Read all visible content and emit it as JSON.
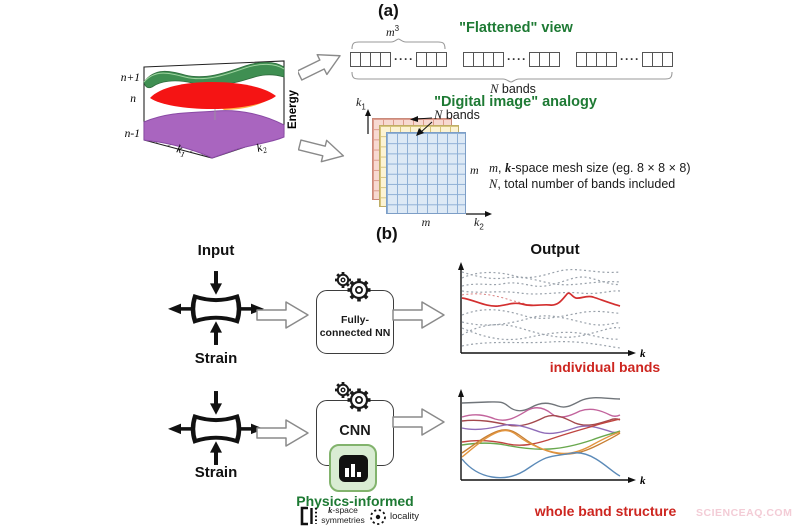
{
  "figure": {
    "panel_a_label": "(a)",
    "panel_b_label": "(b)"
  },
  "band3d": {
    "tick_top": "n+1",
    "tick_mid": "n",
    "tick_bottom": "n-1",
    "energy_label": "Energy",
    "k1_base": "k",
    "k1_sub": "1",
    "k2_base": "k",
    "k2_sub": "2",
    "surface_colors": {
      "upper_band": "#3f8f52",
      "middle_band": "#f51414",
      "lower_band": "#a965bf"
    }
  },
  "flattened": {
    "title": "\"Flattened\" view",
    "m_cubed_base": "m",
    "m_cubed_exp": "3",
    "dots": "····",
    "n_bands_var": "N",
    "n_bands_rest": " bands"
  },
  "digital": {
    "title": "\"Digital image\" analogy",
    "k1_base": "k",
    "k1_sub": "1",
    "k2_base": "k",
    "k2_sub": "2",
    "n_bands_var": "N",
    "n_bands_rest": " bands",
    "m_bottom": "m",
    "m_right": "m",
    "note1_var": "m",
    "note1_sep": ", ",
    "note1_var2": "k",
    "note1_rest": "-space mesh size (eg. 8 × 8 × 8)",
    "note2_var": "N",
    "note2_rest": ", total number of bands included",
    "layer_colors": {
      "back": "#f7d9d1",
      "middle": "#fcf3d3",
      "front": "#dde9f5"
    }
  },
  "pipeline": {
    "input_header": "Input",
    "output_header": "Output",
    "strain_label": "Strain",
    "fcnn_line1": "Fully-",
    "fcnn_line2": "connected NN",
    "cnn_label": "CNN",
    "physics_label": "Physics-informed",
    "symmetry_var": "k",
    "symmetry_rest": "-space",
    "symmetry_line2": "symmetries",
    "locality_label": "locality",
    "k_axis": "k",
    "caption_individual": "individual bands",
    "caption_whole": "whole band structure"
  },
  "watermark": "SCIENCEAQ.COM",
  "colors": {
    "heading_green": "#1e7a34",
    "caption_red": "#cd2620",
    "physics_box_fill": "#d9ecd3",
    "physics_box_border": "#82b36d"
  }
}
